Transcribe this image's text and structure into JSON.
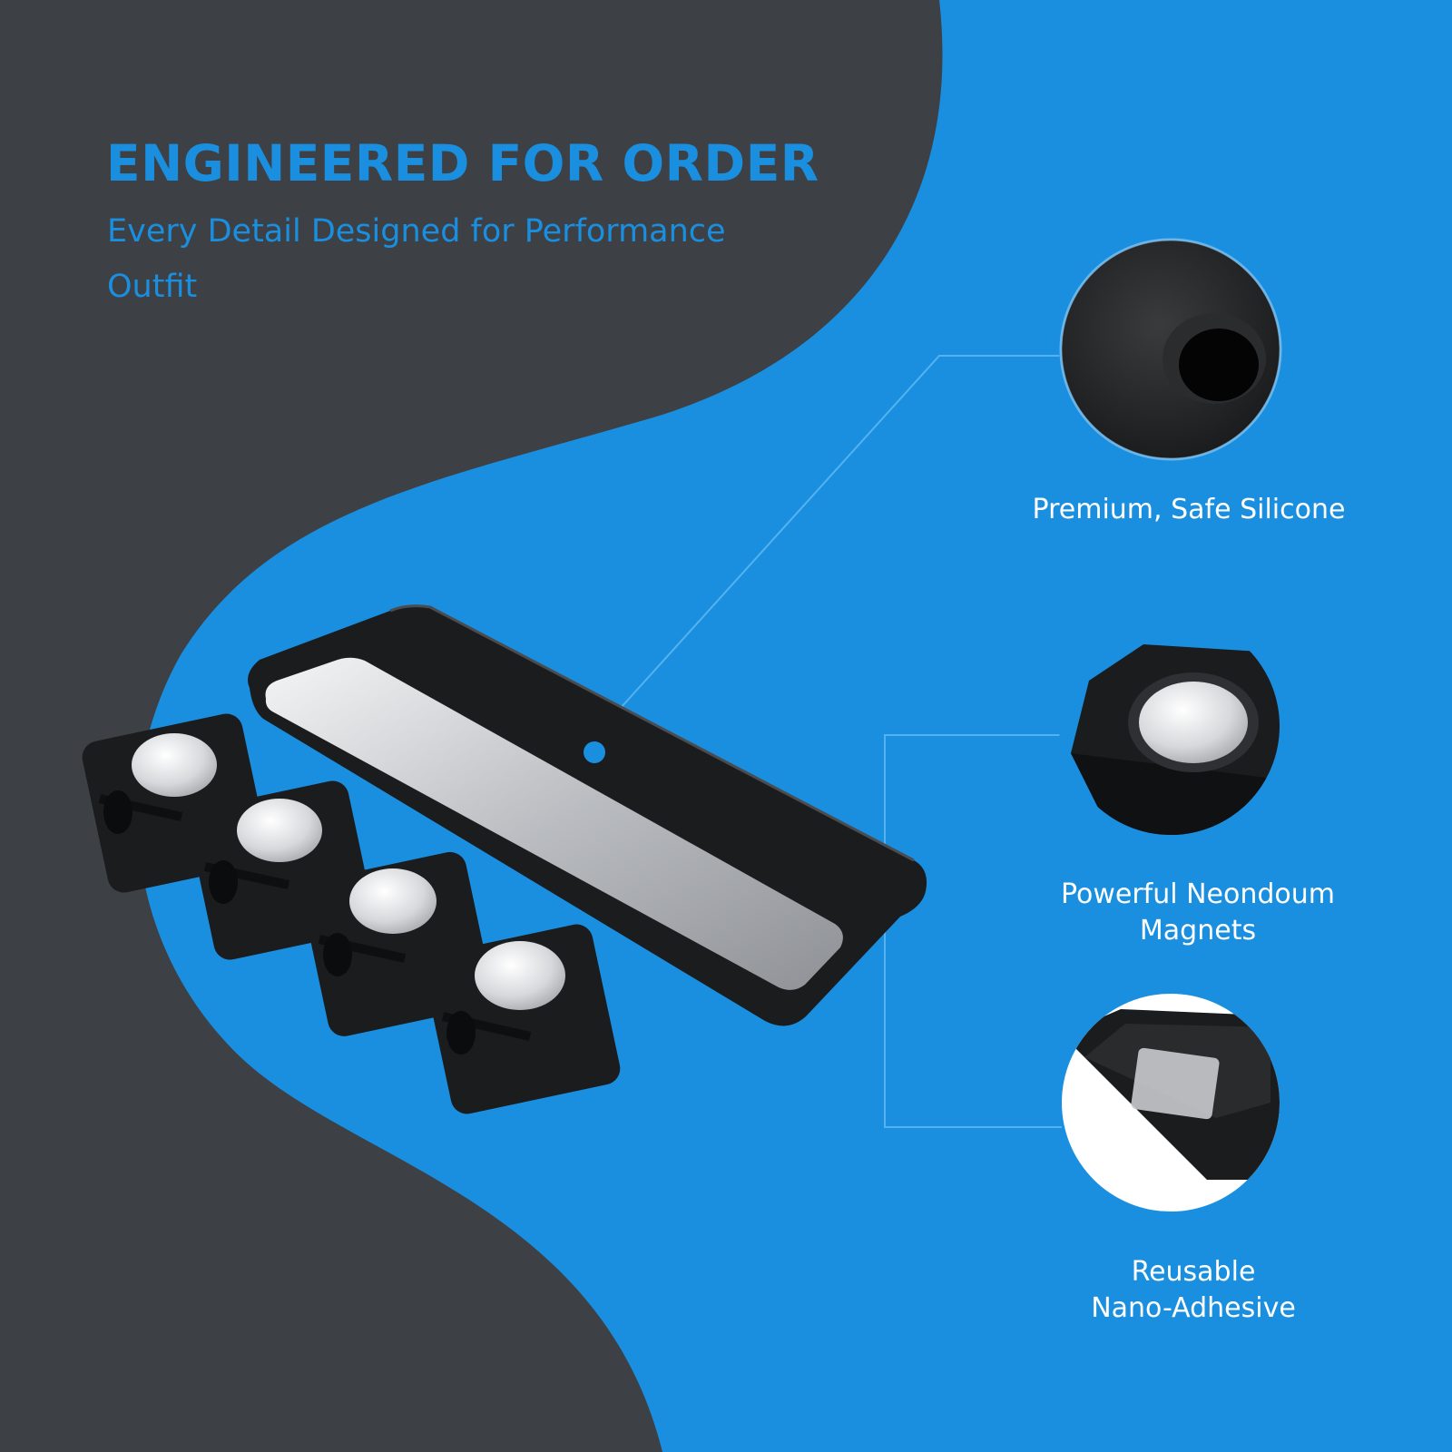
{
  "header": {
    "title": "ENGINEERED FOR ORDER",
    "subtitle": "Every Detail Designed for Performance Outfit"
  },
  "features": [
    {
      "label": "Premium, Safe Silicone",
      "icon": "silicone-detail-icon"
    },
    {
      "label": "Powerful Neondoum\nMagnets",
      "icon": "magnet-detail-icon"
    },
    {
      "label": "Reusable\nNano-Adhesive",
      "icon": "adhesive-detail-icon"
    }
  ],
  "colors": {
    "background_dark": "#3d4044",
    "accent_blue": "#1a8fe0",
    "label_text": "#ffffff",
    "product_black": "#1b1c1e",
    "metal_silver": "#d4d6d9"
  }
}
